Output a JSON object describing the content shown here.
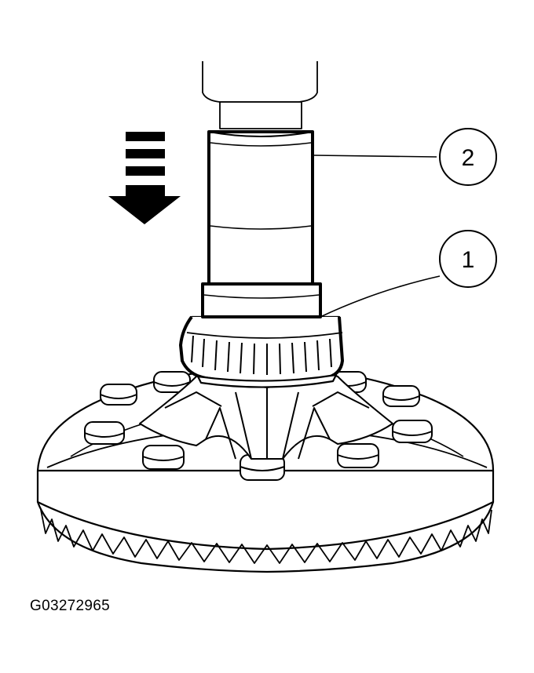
{
  "figure": {
    "id": "G03272965",
    "callouts": [
      {
        "label": "2"
      },
      {
        "label": "1"
      }
    ]
  },
  "colors": {
    "ink": "#000000",
    "paper": "#ffffff"
  }
}
